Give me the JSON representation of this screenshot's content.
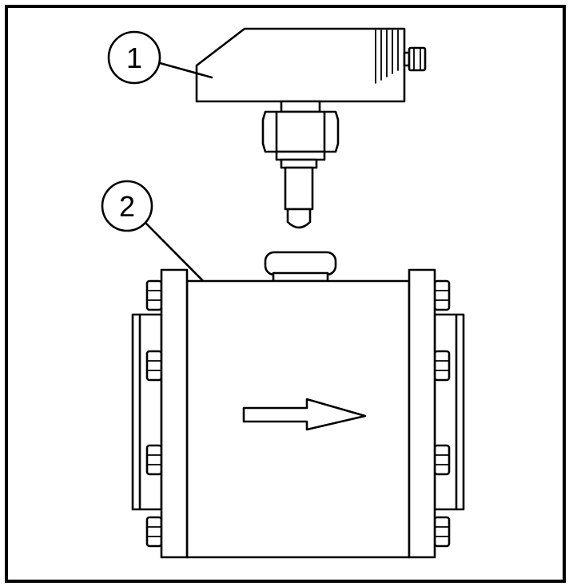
{
  "callouts": [
    {
      "number": "1",
      "part": "sensor"
    },
    {
      "number": "2",
      "part": "pipe-fitting"
    }
  ],
  "colors": {
    "stroke": "#000000",
    "background": "#ffffff"
  }
}
